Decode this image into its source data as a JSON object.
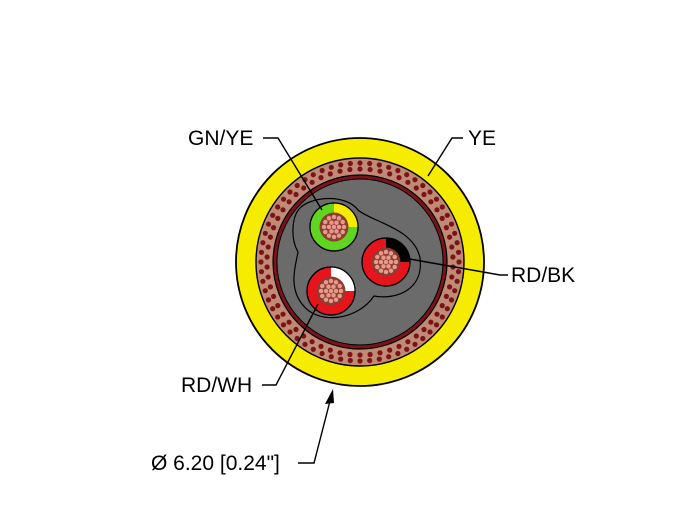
{
  "labels": {
    "gn_ye": "GN/YE",
    "ye": "YE",
    "rd_bk": "RD/BK",
    "rd_wh": "RD/WH",
    "diameter": "Ø 6.20 [0.24\"]"
  },
  "colors": {
    "jacket": "#f6ec00",
    "outline": "#000000",
    "shield": "#c08a74",
    "shield_hole": "#7a1418",
    "filler": "#6b6b6b",
    "insulation_red": "#e8141b",
    "insulation_green": "#5ed51e",
    "stripe_yellow": "#f6ec00",
    "stripe_black": "#000000",
    "stripe_white": "#ffffff",
    "strand": "#e7998c",
    "strand_core": "#8a3d30"
  }
}
